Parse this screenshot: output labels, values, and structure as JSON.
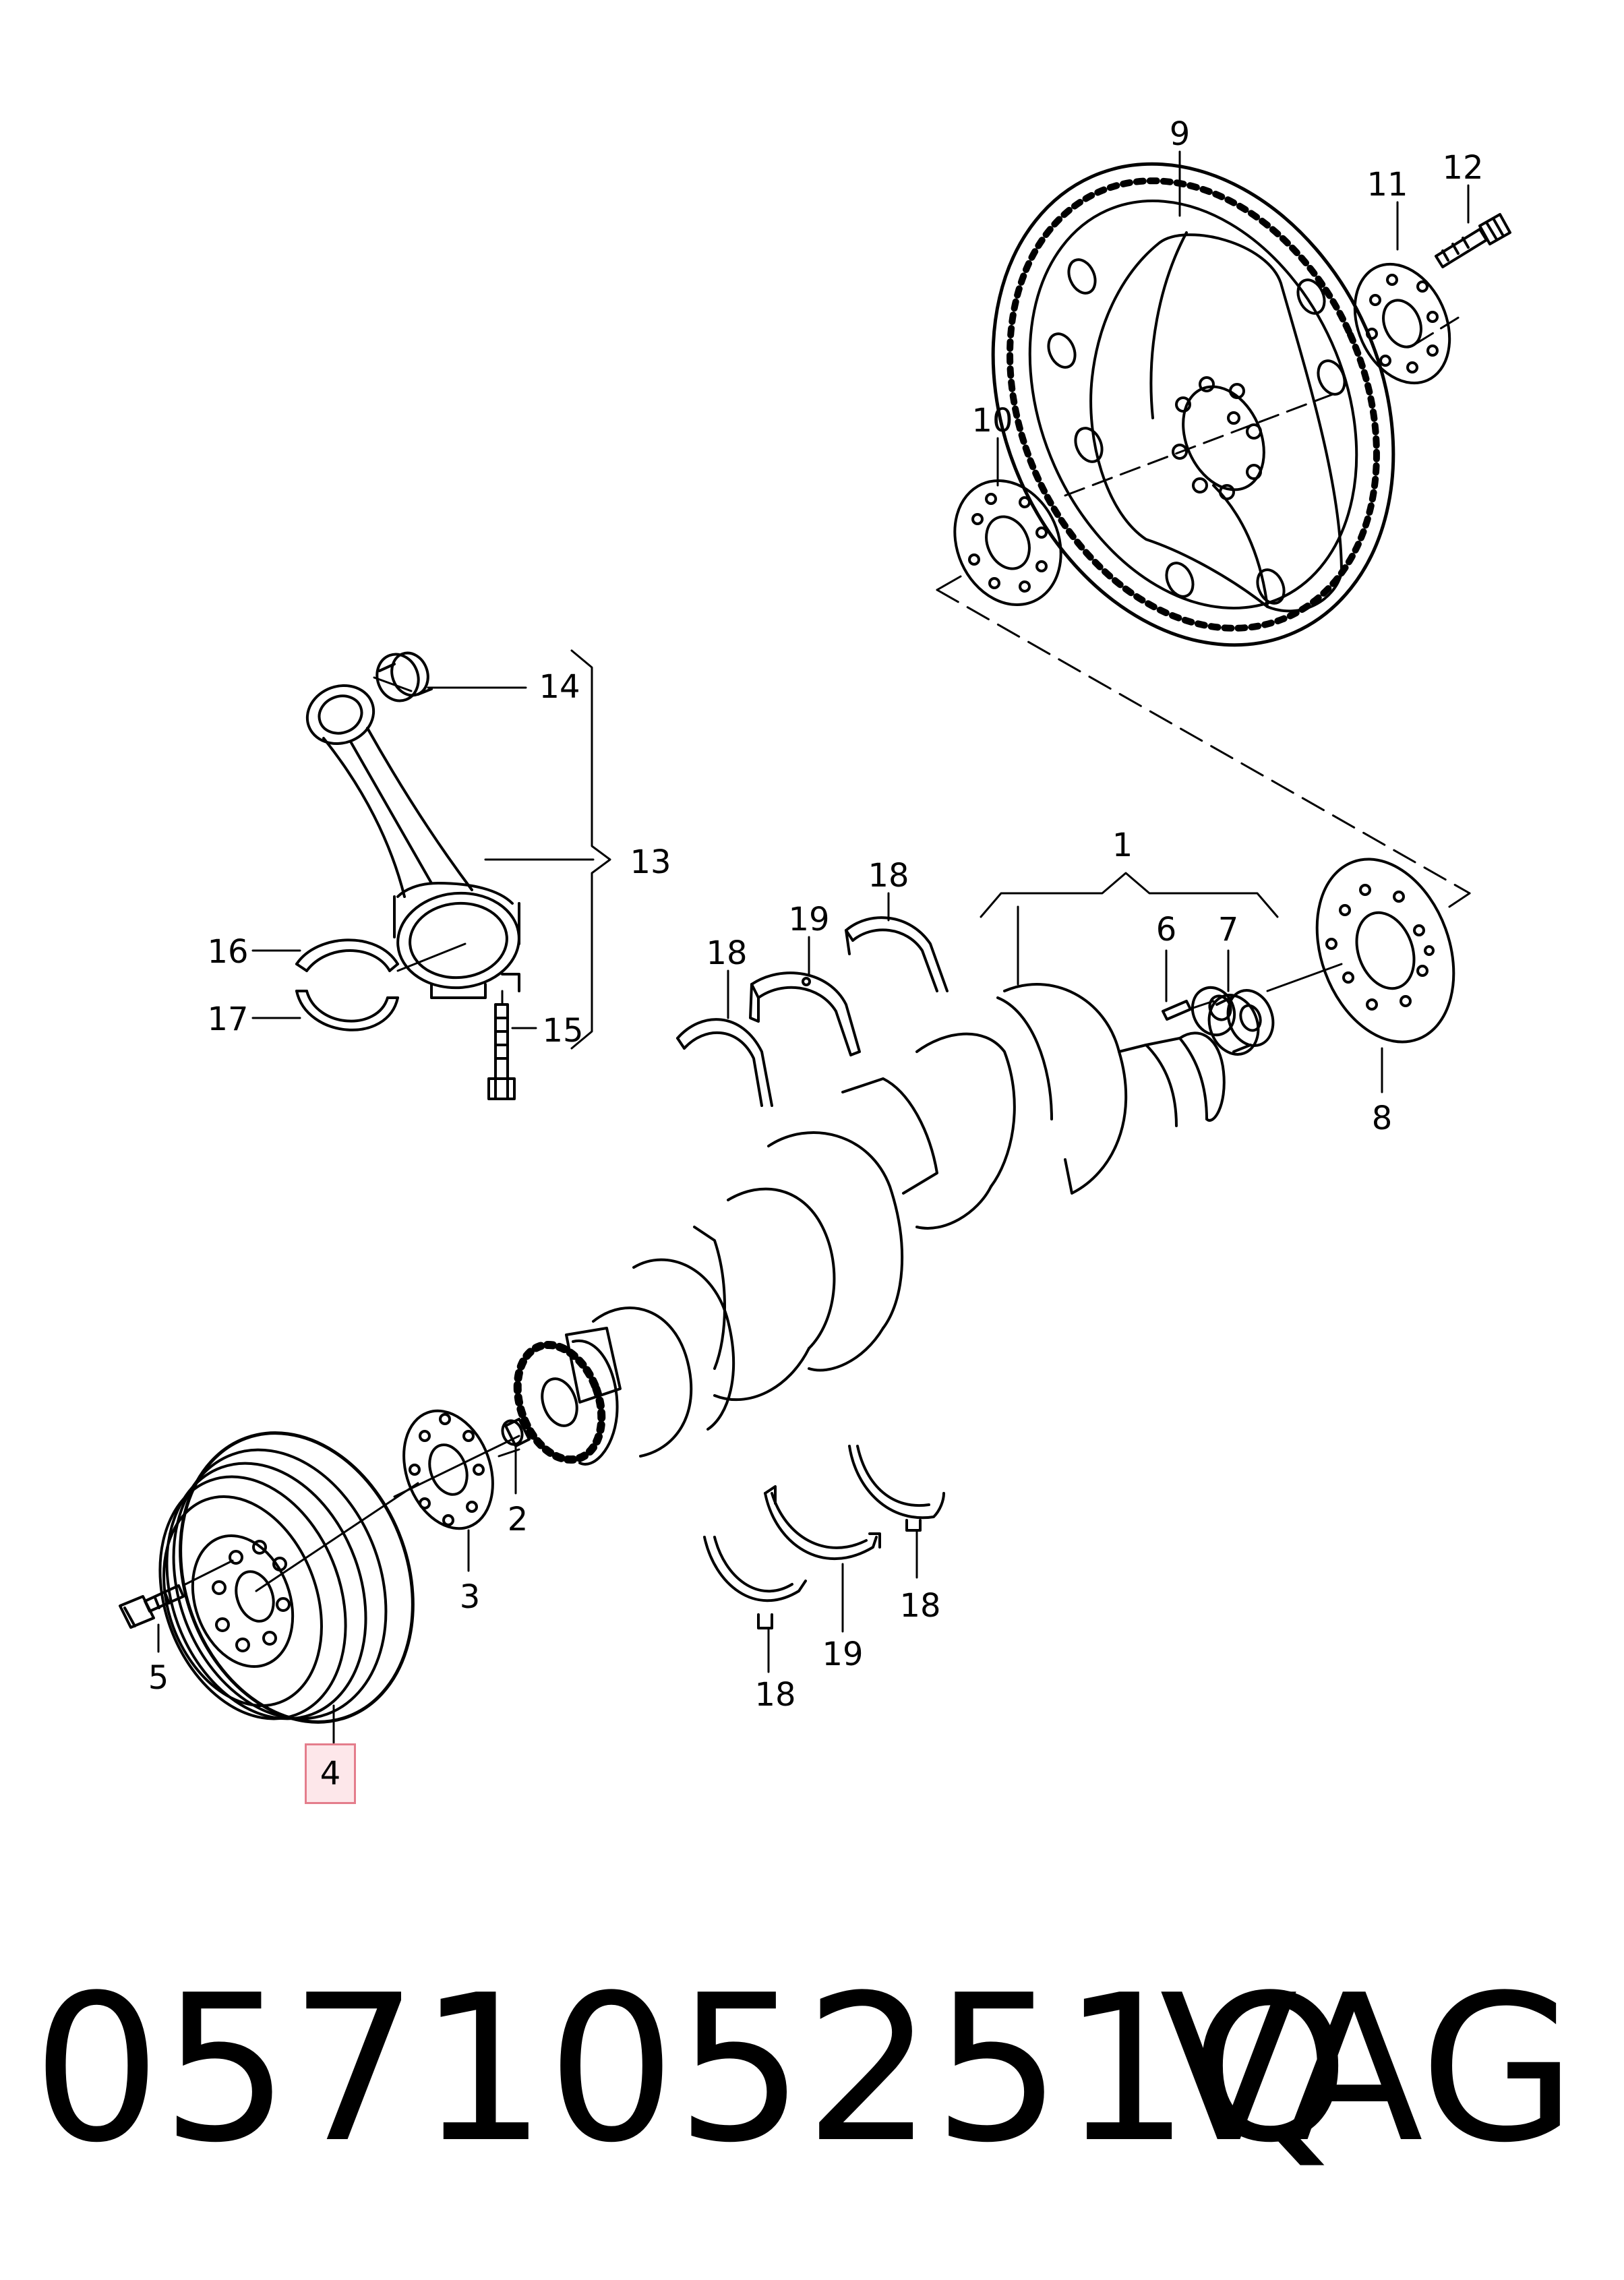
{
  "diagram": {
    "callouts": {
      "c1": "1",
      "c2": "2",
      "c3": "3",
      "c4": "4",
      "c5": "5",
      "c6": "6",
      "c7": "7",
      "c8": "8",
      "c9": "9",
      "c10": "10",
      "c11": "11",
      "c12": "12",
      "c13": "13",
      "c14": "14",
      "c15": "15",
      "c16": "16",
      "c17": "17",
      "c18a": "18",
      "c18b": "18",
      "c18c": "18",
      "c18d": "18",
      "c19a": "19",
      "c19b": "19"
    },
    "highlighted_callout": "4",
    "colors": {
      "line": "#000000",
      "highlight_fill": "#fde7ea",
      "highlight_border": "#e47d8c"
    }
  },
  "footer": {
    "part_number": "057105251Q",
    "brand": "VAG"
  }
}
